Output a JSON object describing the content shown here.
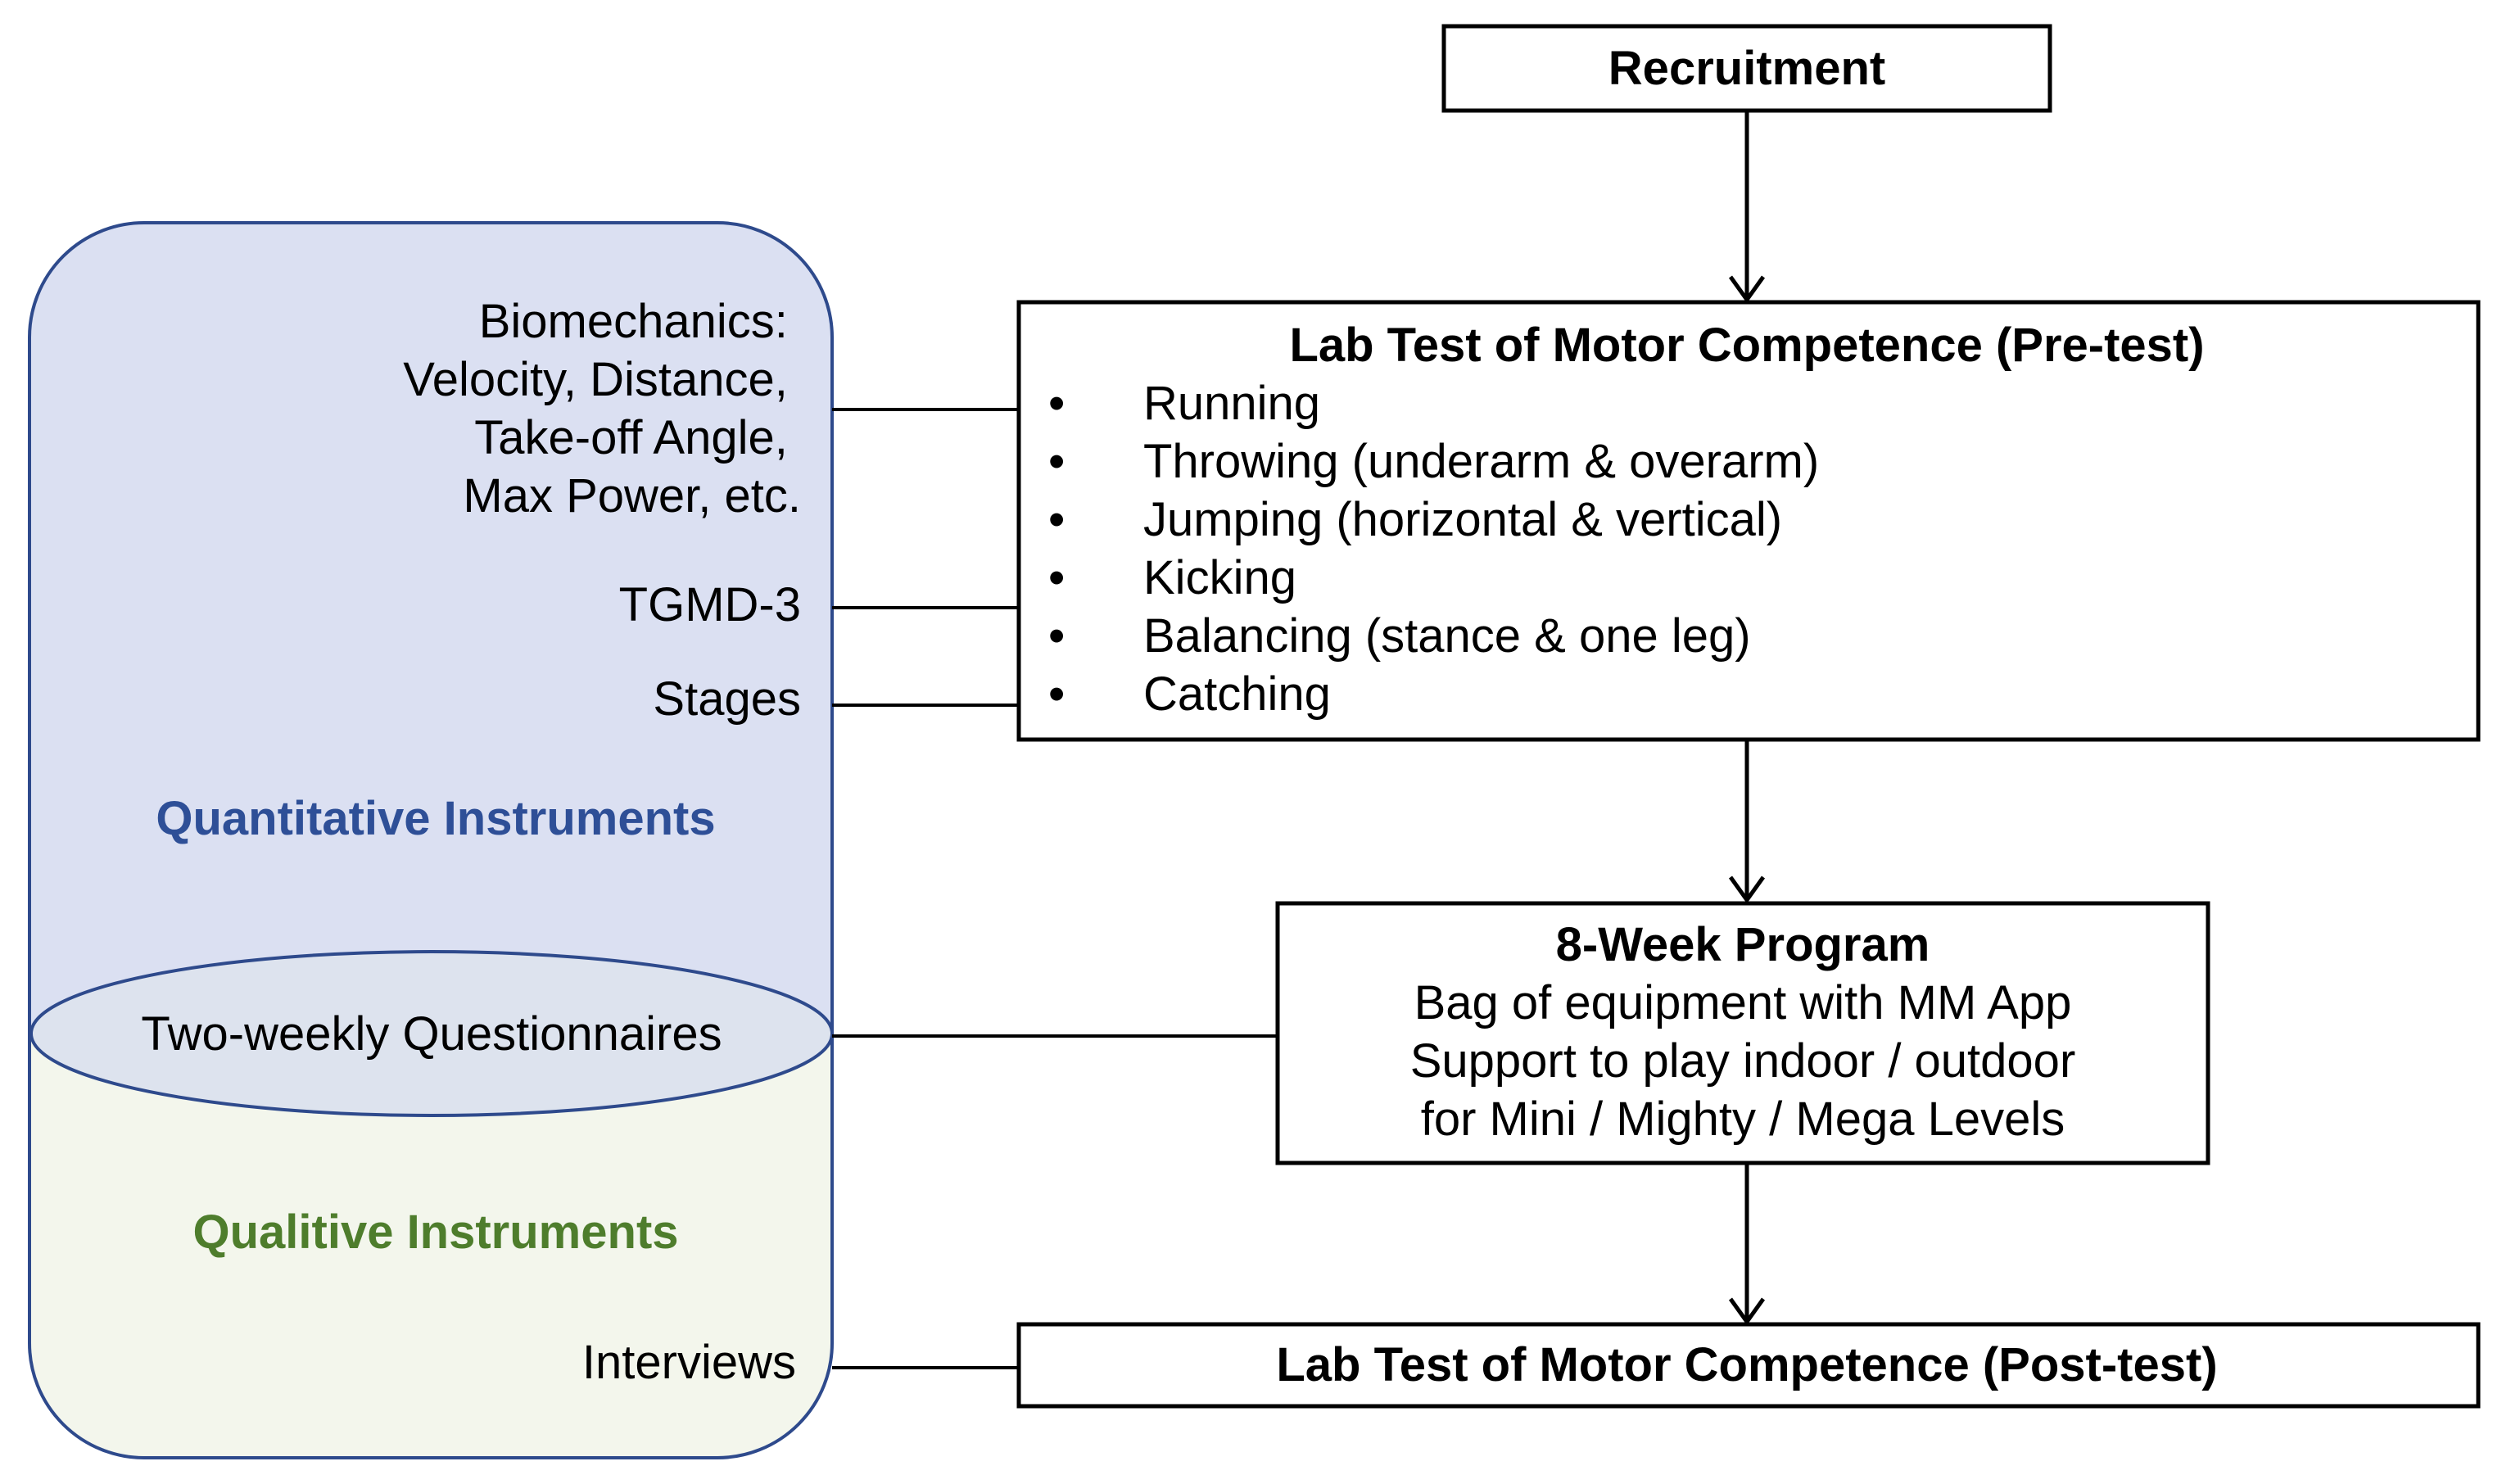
{
  "colors": {
    "stroke": "#000000",
    "panel_border": "#2e4a8c",
    "quantitative_fill": "#dbe0f2",
    "qualitative_fill": "#f3f6ec",
    "questionnaire_fill": "#dde3ee",
    "quantitative_label": "#2e4f97",
    "qualitative_label": "#4e7d2c"
  },
  "recruitment": {
    "title": "Recruitment"
  },
  "pretest": {
    "title": "Lab Test of Motor Competence (Pre-test)",
    "bullet": "•",
    "items": [
      "Running",
      "Throwing (underarm & overarm)",
      "Jumping (horizontal & vertical)",
      "Kicking",
      "Balancing (stance & one leg)",
      "Catching"
    ]
  },
  "program": {
    "title": "8-Week Program",
    "lines": [
      "Bag of equipment with MM App",
      "Support to play indoor / outdoor",
      "for Mini / Mighty / Mega Levels"
    ]
  },
  "posttest": {
    "title": "Lab Test of Motor Competence (Post-test)"
  },
  "instruments": {
    "biomechanics": [
      "Biomechanics:",
      "Velocity, Distance,",
      "Take-off Angle,",
      "Max Power, etc."
    ],
    "tgmd": "TGMD-3",
    "stages": "Stages",
    "quantitative_label": "Quantitative Instruments",
    "questionnaires": "Two-weekly Questionnaires",
    "qualitative_label": "Qualitive Instruments",
    "interviews": "Interviews"
  }
}
